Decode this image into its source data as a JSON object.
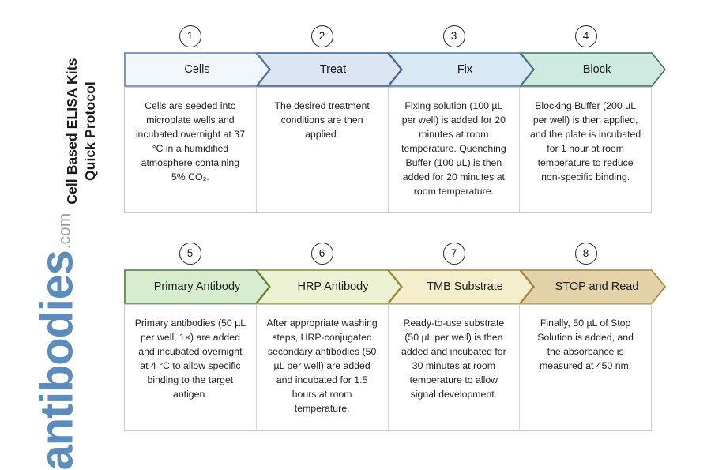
{
  "title": {
    "line1": "Cell Based ELISA Kits",
    "line2": "Quick Protocol"
  },
  "logo": {
    "word": "antibodies",
    "tld": ".com"
  },
  "colors": {
    "logo_blue": "#5b8cbe",
    "logo_gray": "#9aa3a8",
    "badge_stroke": "#26262b",
    "table_border": "#c8ccce"
  },
  "rows": [
    {
      "name": "row-1",
      "steps": [
        {
          "number": "1",
          "label": "Cells",
          "fill": "#f2f7fc",
          "stroke": "#5b7fa6",
          "text": "Cells are seeded into microplate wells and incubated overnight at 37 °C in a humidified atmosphere containing 5% CO₂."
        },
        {
          "number": "2",
          "label": "Treat",
          "fill": "#dde5f5",
          "stroke": "#3c5a8c",
          "text": "The desired treatment conditions are then applied."
        },
        {
          "number": "3",
          "label": "Fix",
          "fill": "#d9e8f5",
          "stroke": "#4a7ba0",
          "text": "Fixing solution (100 µL per well) is added for 20 minutes at room temperature. Quenching Buffer (100 µL) is then added for 20 minutes at room temperature."
        },
        {
          "number": "4",
          "label": "Block",
          "fill": "#cfeade",
          "stroke": "#3f6b63",
          "text": "Blocking Buffer (200 µL per well) is then applied, and the plate is incubated for 1 hour at room temperature to reduce non-specific binding."
        }
      ]
    },
    {
      "name": "row-2",
      "steps": [
        {
          "number": "5",
          "label": "Primary Antibody",
          "fill": "#d8edcd",
          "stroke": "#4a7a35",
          "text": "Primary antibodies (50 µL per well, 1×) are added and incubated overnight at 4 °C to allow specific binding to the target antigen."
        },
        {
          "number": "6",
          "label": "HRP Antibody",
          "fill": "#eef2d4",
          "stroke": "#8a8a2e",
          "text": "After appropriate washing steps, HRP-conjugated secondary antibodies (50 µL per well) are added and incubated for 1.5 hours at room temperature."
        },
        {
          "number": "7",
          "label": "TMB Substrate",
          "fill": "#f5eecd",
          "stroke": "#a08a3c",
          "text": "Ready-to-use substrate (50 µL per well) is then added and incubated for 30 minutes at room temperature to allow signal development."
        },
        {
          "number": "8",
          "label": "STOP and Read",
          "fill": "#e4d3a8",
          "stroke": "#a08140",
          "text": "Finally, 50 µL of Stop Solution is added, and the absorbance is measured at 450 nm."
        }
      ]
    }
  ]
}
